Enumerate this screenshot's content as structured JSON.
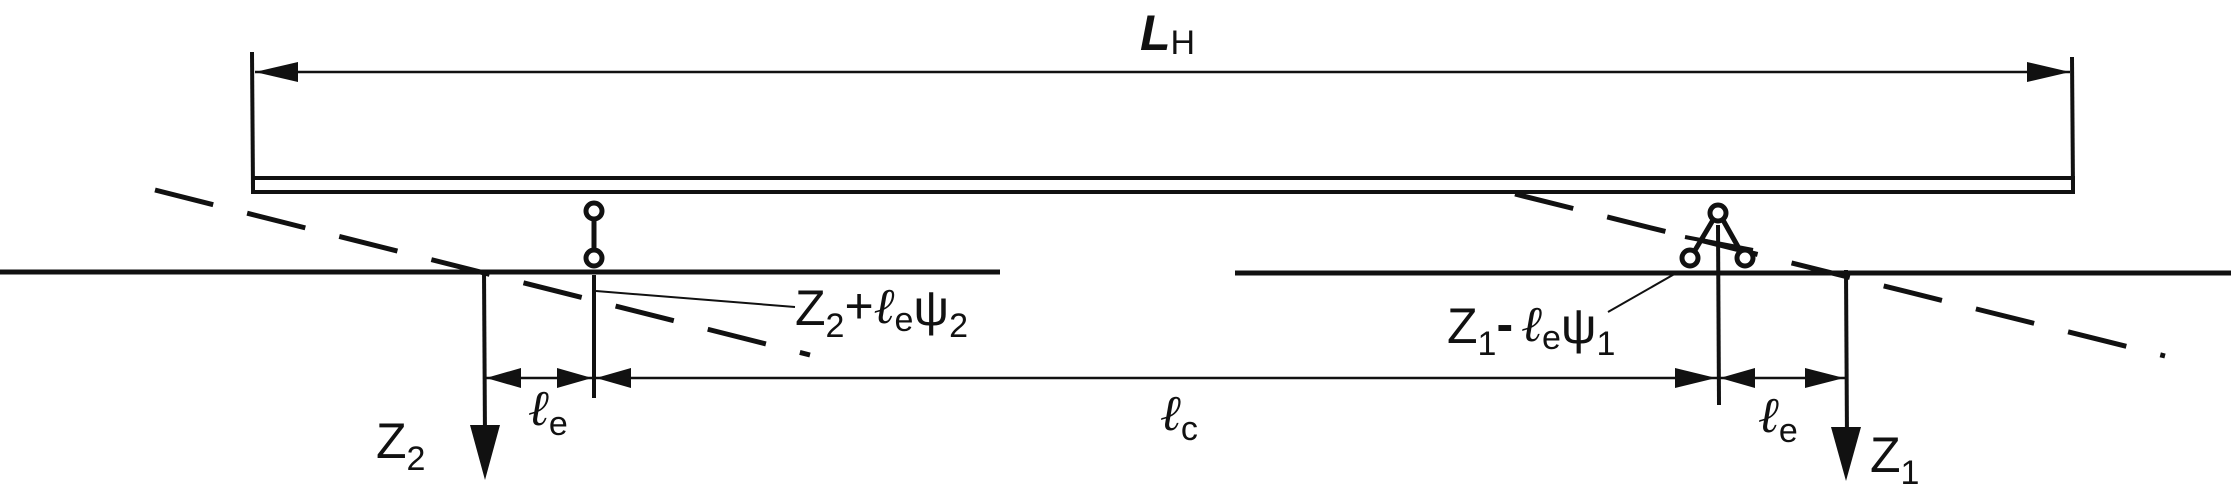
{
  "labels": {
    "total_length": {
      "main": "L",
      "sub": "Н"
    },
    "z2": {
      "main": "Z",
      "sub": "2"
    },
    "z1": {
      "main": "Z",
      "sub": "1"
    },
    "le_left": {
      "main": "ℓ",
      "sub": "e"
    },
    "le_right": {
      "main": "ℓ",
      "sub": "e"
    },
    "lc": {
      "main": "ℓ",
      "sub": "c"
    },
    "front_expr": {
      "z": "Z",
      "zsub": "2",
      "op": "+",
      "l": "ℓ",
      "lsub": "e",
      "psi": "ψ",
      "psisub": "2"
    },
    "rear_expr": {
      "z": "Z",
      "zsub": "1",
      "op": "-",
      "l": "ℓ",
      "lsub": "e",
      "psi": "ψ",
      "psisub": "1"
    }
  },
  "colors": {
    "stroke": "#111111",
    "background": "#ffffff"
  }
}
